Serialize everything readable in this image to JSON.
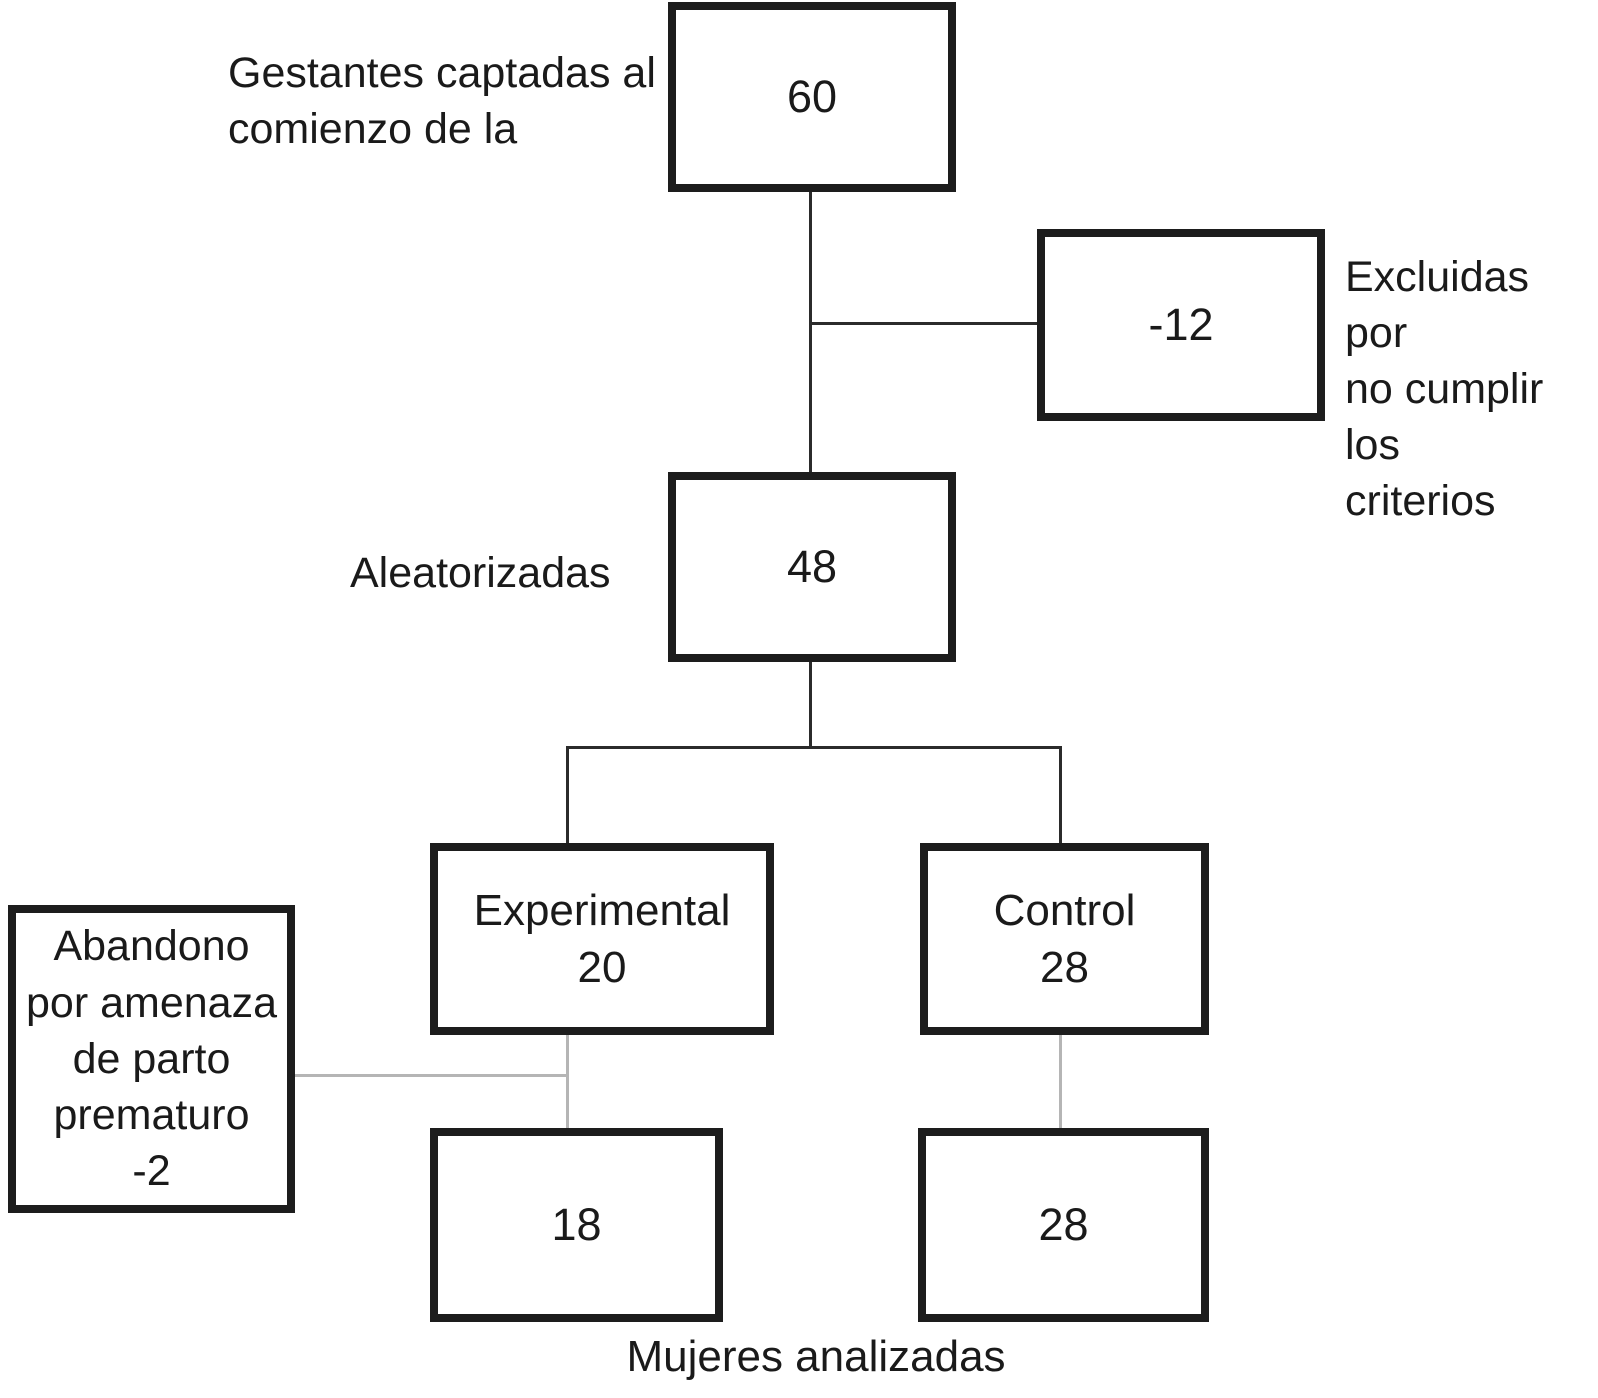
{
  "flowchart": {
    "type": "consort-flow-diagram",
    "boxes": {
      "recruited": {
        "value": "60"
      },
      "excluded": {
        "value": "-12"
      },
      "randomized": {
        "value": "48"
      },
      "experimental": {
        "label": "Experimental",
        "value": "20"
      },
      "control": {
        "label": "Control",
        "value": "28"
      },
      "analyzed_experimental": {
        "value": "18"
      },
      "analyzed_control": {
        "value": "28"
      },
      "dropout": {
        "lines": [
          "Abandono",
          "por amenaza",
          "de parto",
          "prematuro",
          "-2"
        ]
      }
    },
    "labels": {
      "recruited": {
        "lines": [
          "Gestantes captadas al",
          "comienzo de la"
        ]
      },
      "excluded": {
        "lines": [
          "Excluidas por",
          "no cumplir los",
          "criterios"
        ]
      },
      "randomized": "Aleatorizadas",
      "analyzed": "Mujeres analizadas"
    },
    "colors": {
      "box_border": "#1d1d1d",
      "connector_dark": "#2b2b2b",
      "connector_light": "#b5b5b5",
      "text": "#1a1a1a",
      "background": "#ffffff"
    }
  }
}
